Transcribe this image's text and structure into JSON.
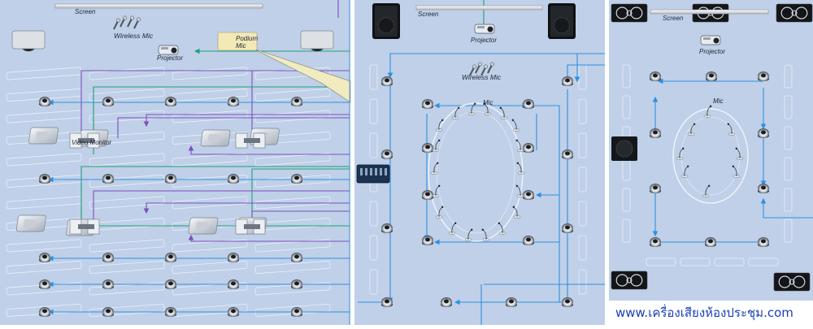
{
  "panel1": {
    "screen_label": "Screen",
    "wireless_mic_label": "Wireless Mic",
    "projector_label": "Projector",
    "podium_mic_label": "Podium\nMic",
    "video_monitor_label": "Video Monitor"
  },
  "panel2": {
    "screen_label": "Screen",
    "projector_label": "Projector",
    "wireless_mic_label": "Wireless Mic",
    "mic_label": "Mic"
  },
  "panel3": {
    "screen_label": "Screen",
    "projector_label": "Projector",
    "mic_label": "Mic"
  },
  "footer": {
    "website": "www.เครื่องเสียงห้องประชุม.com"
  },
  "colors": {
    "room_bg": "#bfd0e8",
    "line_blue": "#2f8fe0",
    "line_green": "#1f9f77",
    "line_purple": "#7d4fbf",
    "footer_text": "#1a3fb6"
  }
}
